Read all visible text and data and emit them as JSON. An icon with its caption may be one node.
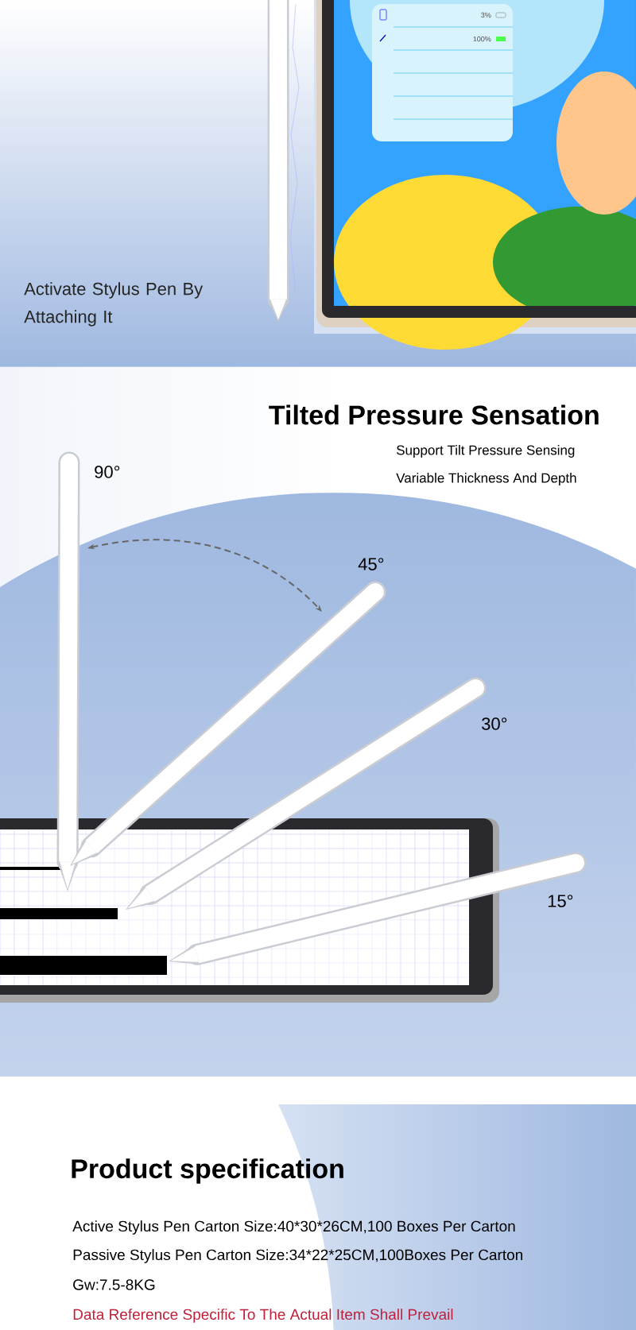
{
  "diagram": {
    "labels": [
      "3%",
      "100%",
      "Activate Stylus Pen By Attaching It",
      "Tilted Pressure Sensation",
      "Support Tilt Pressure Sensing",
      "Variable Thickness And Depth",
      "90°",
      "45°",
      "30°",
      "15°",
      "Product specification",
      "Active Stylus Pen Carton Size:40*30*26CM,100 Boxes Per Carton",
      "Passive Stylus Pen Carton Size:34*22*25CM,100Boxes Per Carton",
      "Gw:7.5-8KG",
      "Data Reference Specific To The Actual Item Shall Prevail"
    ]
  }
}
